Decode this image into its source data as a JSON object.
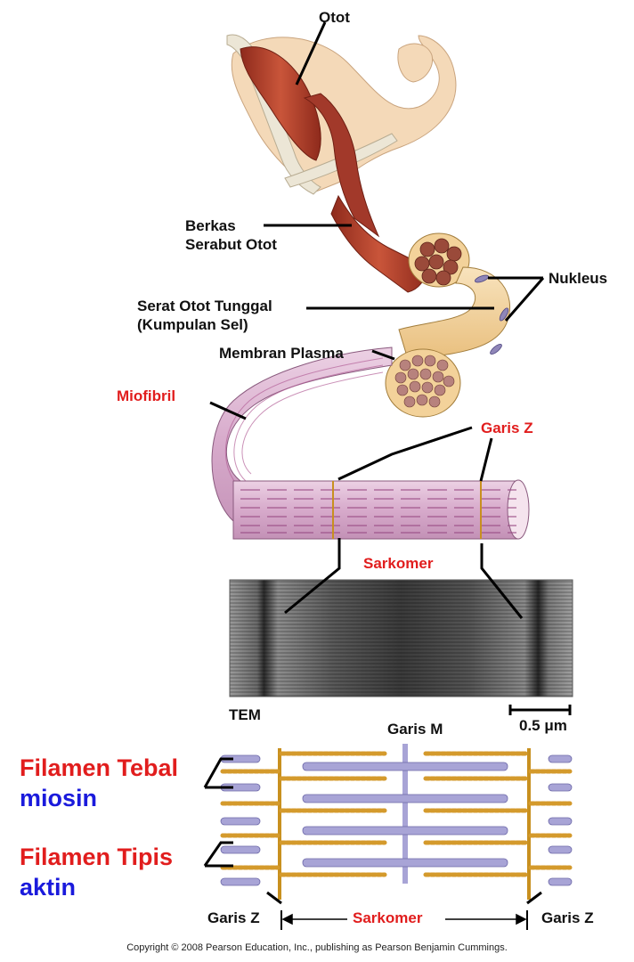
{
  "labels": {
    "otot": "Otot",
    "berkas_line1": "Berkas",
    "berkas_line2": "Serabut Otot",
    "nukleus": "Nukleus",
    "serat_line1": "Serat Otot Tunggal",
    "serat_line2": "(Kumpulan Sel)",
    "membran": "Membran Plasma",
    "miofibril": "Miofibril",
    "garis_z_top": "Garis Z",
    "sarkomer_top": "Sarkomer",
    "tem": "TEM",
    "scale": "0.5 μm",
    "garis_m": "Garis M",
    "filamen_tebal": "Filamen Tebal",
    "miosin": "miosin",
    "filamen_tipis": "Filamen Tipis",
    "aktin": "aktin",
    "garis_z_left": "Garis Z",
    "sarkomer_bottom": "Sarkomer",
    "garis_z_right": "Garis Z"
  },
  "copyright": "Copyright © 2008 Pearson Education, Inc., publishing as Pearson Benjamin Cummings.",
  "colors": {
    "red_label": "#e11d1d",
    "blue_label": "#1a1adc",
    "muscle": "#b8442c",
    "fiber": "#f3d29a",
    "myofibril": "#d9b3cf",
    "myosin": "#a9a6d6",
    "actin": "#d49a2c",
    "z_line": "#c8901f"
  }
}
